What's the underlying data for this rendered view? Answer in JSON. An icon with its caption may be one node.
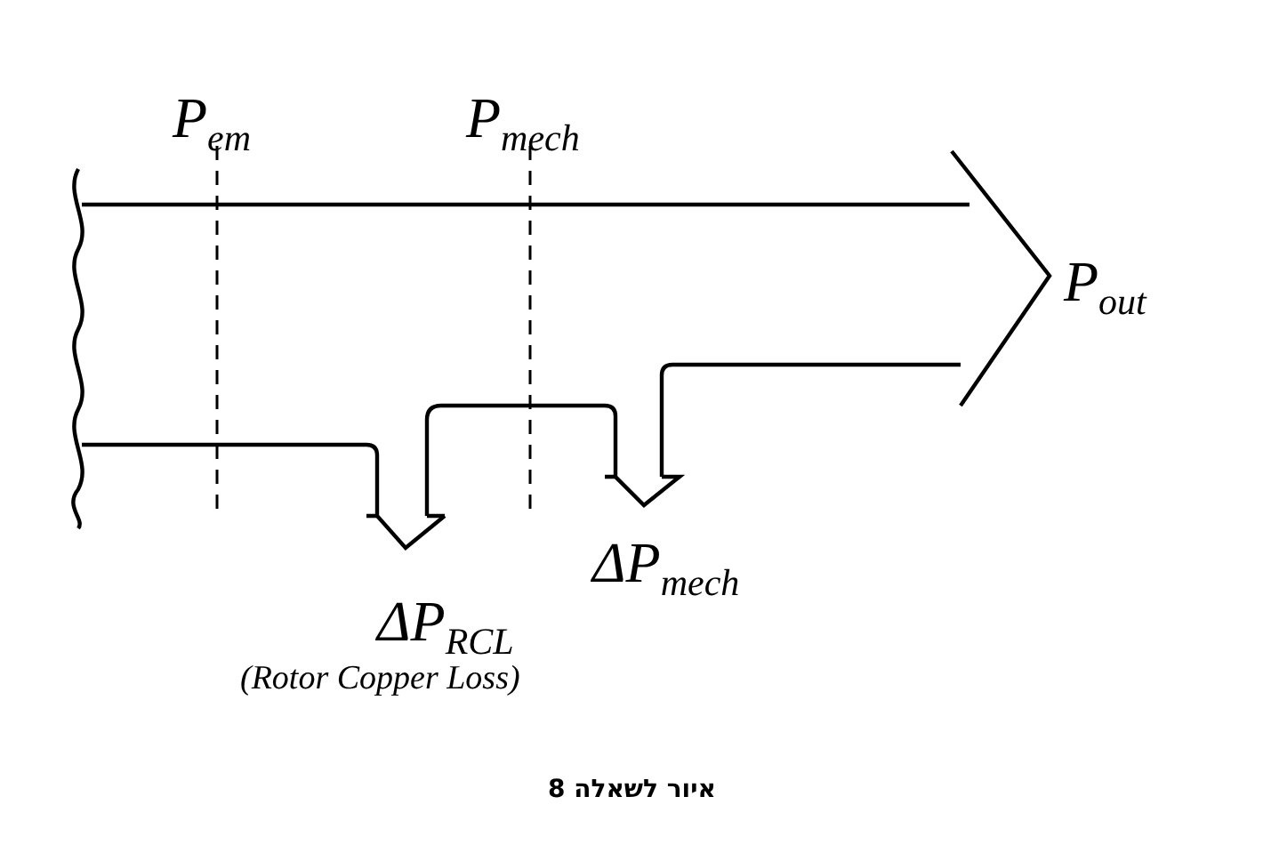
{
  "diagram": {
    "caption": "איור לשאלה 8",
    "labels": [
      "P$_{em}$",
      "P$_{mech}$",
      "P$_{out}$",
      "ΔP$_{mech}$",
      "ΔP$_{RCL}$",
      "(Rotor Copper Loss)"
    ]
  }
}
